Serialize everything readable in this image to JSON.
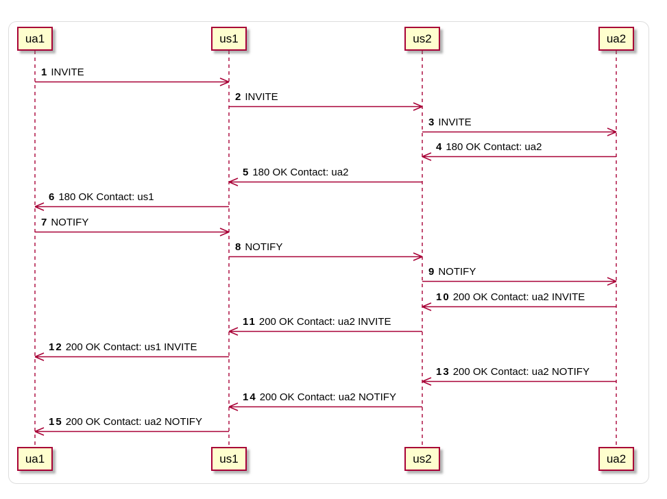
{
  "diagram": {
    "kind": "sequence-diagram",
    "participants": [
      {
        "name": "ua1"
      },
      {
        "name": "us1"
      },
      {
        "name": "us2"
      },
      {
        "name": "ua2"
      }
    ],
    "messages": [
      {
        "num": "1",
        "from": "ua1",
        "to": "us1",
        "text": "INVITE"
      },
      {
        "num": "2",
        "from": "us1",
        "to": "us2",
        "text": "INVITE"
      },
      {
        "num": "3",
        "from": "us2",
        "to": "ua2",
        "text": "INVITE"
      },
      {
        "num": "4",
        "from": "ua2",
        "to": "us2",
        "text": "180 OK Contact: ua2"
      },
      {
        "num": "5",
        "from": "us2",
        "to": "us1",
        "text": "180 OK Contact: ua2"
      },
      {
        "num": "6",
        "from": "us1",
        "to": "ua1",
        "text": "180 OK Contact: us1"
      },
      {
        "num": "7",
        "from": "ua1",
        "to": "us1",
        "text": "NOTIFY"
      },
      {
        "num": "8",
        "from": "us1",
        "to": "us2",
        "text": "NOTIFY"
      },
      {
        "num": "9",
        "from": "us2",
        "to": "ua2",
        "text": "NOTIFY"
      },
      {
        "num": "10",
        "from": "ua2",
        "to": "us2",
        "text": "200 OK Contact: ua2 INVITE"
      },
      {
        "num": "11",
        "from": "us2",
        "to": "us1",
        "text": "200 OK Contact: ua2 INVITE"
      },
      {
        "num": "12",
        "from": "us1",
        "to": "ua1",
        "text": "200 OK Contact: us1 INVITE"
      },
      {
        "num": "13",
        "from": "ua2",
        "to": "us2",
        "text": "200 OK Contact: ua2 NOTIFY"
      },
      {
        "num": "14",
        "from": "us2",
        "to": "us1",
        "text": "200 OK Contact: ua2 NOTIFY"
      },
      {
        "num": "15",
        "from": "us1",
        "to": "ua1",
        "text": "200 OK Contact: ua2 NOTIFY"
      }
    ],
    "colors": {
      "line": "#A80036",
      "participant_fill": "#FEFECE",
      "participant_border": "#A80036",
      "text": "#000000",
      "frame_border": "#dddddd"
    }
  }
}
